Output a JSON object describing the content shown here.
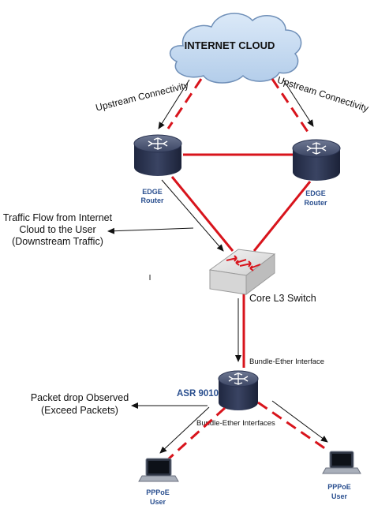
{
  "cloud_label": "INTERNET CLOUD",
  "upstream_left": "Upstream Connectivity",
  "upstream_right": "Upstream Connectivity",
  "edge_left": {
    "line1": "EDGE",
    "line2": "Router"
  },
  "edge_right": {
    "line1": "EDGE",
    "line2": "Router"
  },
  "traffic_note": {
    "line1": "Traffic Flow from Internet",
    "line2": "Cloud to the User",
    "line3": "(Downstream Traffic)"
  },
  "stray_mark": "I",
  "switch_label": "Core L3 Switch",
  "bundle_single": "Bundle-Ether Interface",
  "asr_label": "ASR 9010",
  "bundle_multi": "Bundle-Ether Interfaces",
  "drop_note": {
    "line1": "Packet drop Observed",
    "line2": "(Exceed Packets)"
  },
  "user_left": {
    "line1": "PPPoE",
    "line2": "User"
  },
  "user_right": {
    "line1": "PPPoE",
    "line2": "User"
  },
  "colors": {
    "link_red": "#d8141c",
    "router_body": "#2c3550",
    "cloud_fill": "#c7dcf3",
    "label_blue": "#2a4f8f"
  }
}
